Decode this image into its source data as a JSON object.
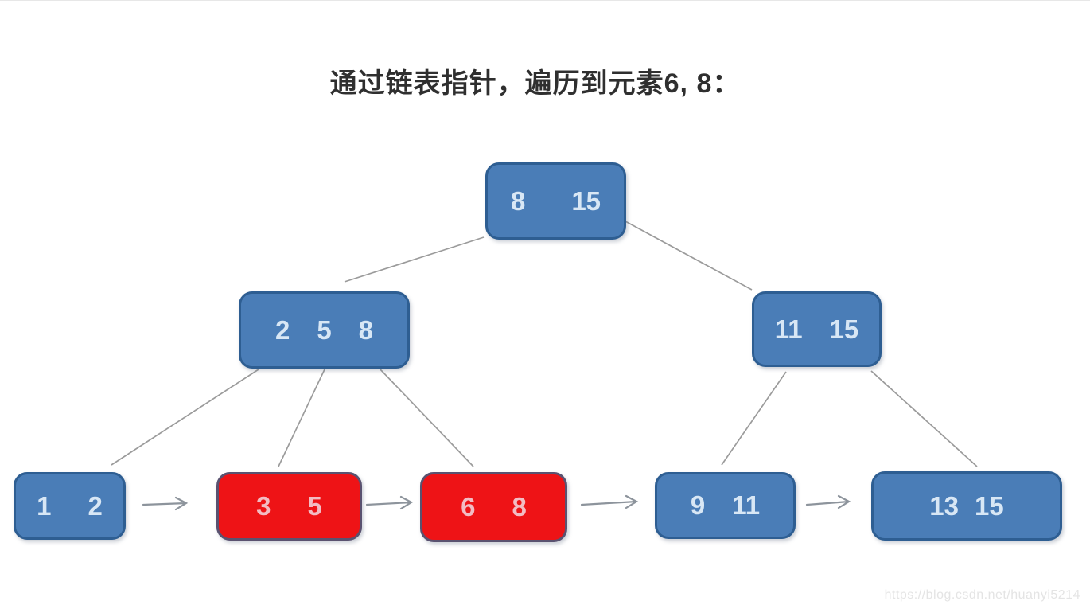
{
  "page": {
    "title": "通过链表指针，遍历到元素6, 8：",
    "watermark": "https://blog.csdn.net/huanyi5214"
  },
  "colors": {
    "node_blue": "#4a7db7",
    "node_blue_border": "#2e5e92",
    "node_blue_text": "#d8e7f5",
    "node_red": "#ee1316",
    "node_red_border": "#5a5270",
    "node_red_text": "#f2bcc3",
    "connector": "#9b9b9b",
    "arrow": "#8d949c",
    "title_text": "#2f2f2f",
    "watermark_text": "#e4e4e4"
  },
  "tree": {
    "root": {
      "keys": [
        "8",
        "15"
      ],
      "highlighted": false
    },
    "internal": [
      {
        "keys": [
          "2",
          "5",
          "8"
        ],
        "highlighted": false
      },
      {
        "keys": [
          "11",
          "15"
        ],
        "highlighted": false
      }
    ],
    "leaves": [
      {
        "keys": [
          "1",
          "2"
        ],
        "highlighted": false
      },
      {
        "keys": [
          "3",
          "5"
        ],
        "highlighted": true
      },
      {
        "keys": [
          "6",
          "8"
        ],
        "highlighted": true
      },
      {
        "keys": [
          "9",
          "11"
        ],
        "highlighted": false
      },
      {
        "keys": [
          "13",
          "15"
        ],
        "highlighted": false
      }
    ]
  }
}
